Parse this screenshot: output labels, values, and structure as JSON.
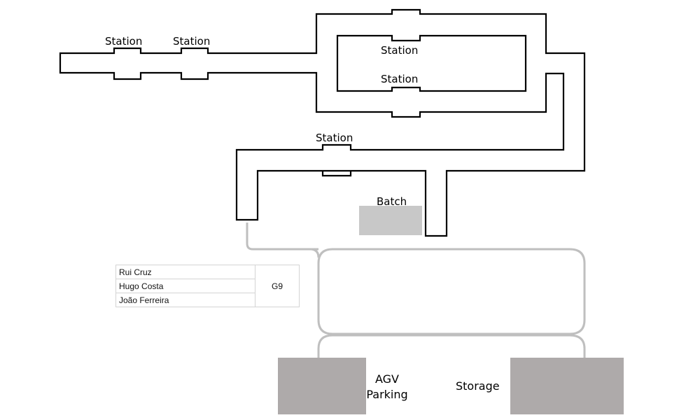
{
  "labels": {
    "station": "Station",
    "batch": "Batch",
    "agv_line1": "AGV",
    "agv_line2": "Parking",
    "storage": "Storage"
  },
  "team": {
    "members": [
      "Rui Cruz",
      "Hugo Costa",
      "João Ferreira"
    ],
    "group": "G9"
  },
  "colors": {
    "conveyor": "#000000",
    "agv_path": "#bfbfbf",
    "batch_area": "#c8c8c8",
    "parking_storage": "#aeaaaa"
  }
}
